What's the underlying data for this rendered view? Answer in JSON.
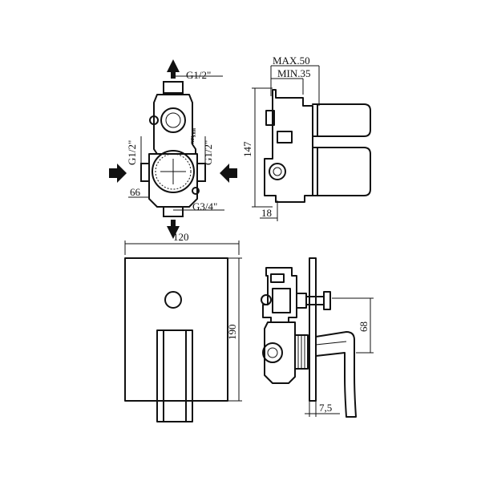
{
  "labels": {
    "top_port": "G1/2\"",
    "left_port": "G1/2\"",
    "right_port": "G1/2\"",
    "bottom_port": "G3/4\"",
    "width_66": "66",
    "max_depth": "MAX.50",
    "min_depth": "MIN.35",
    "height_147": "147",
    "offset_18": "18",
    "plate_width": "120",
    "plate_height": "190",
    "lever_height": "68",
    "lever_offset": "7,5",
    "max_mark": "MAX",
    "min_mark": "MIN"
  },
  "colors": {
    "line": "#111111",
    "background": "#ffffff"
  }
}
